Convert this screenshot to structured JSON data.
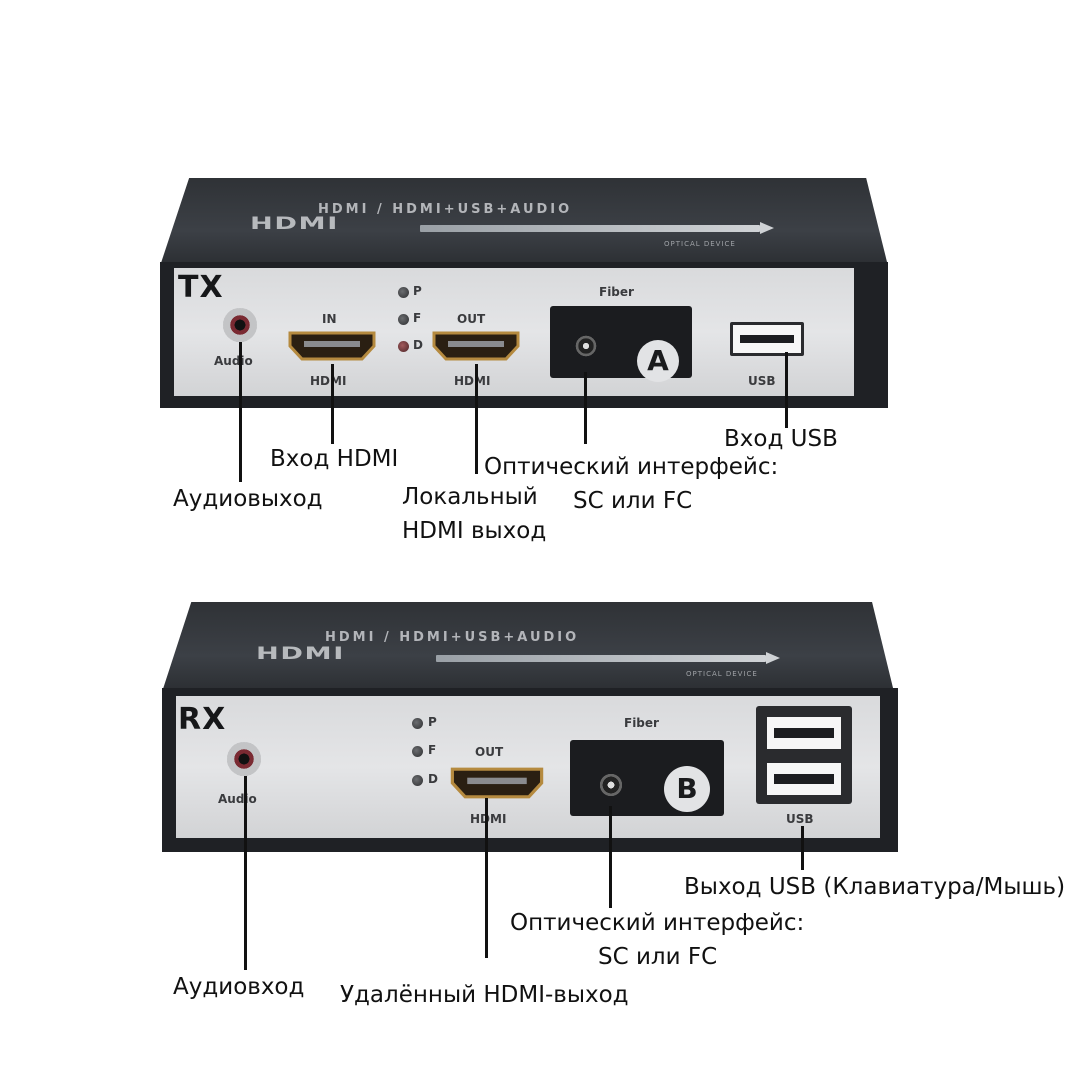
{
  "tx_device": {
    "lid_text": "HDMI / HDMI+USB+AUDIO",
    "lid_logo": "HDMI",
    "lid_small": "OPTICAL DEVICE",
    "name": "TX",
    "audio_label": "Audio",
    "leds": [
      "P",
      "F",
      "D"
    ],
    "hdmi_in_top": "IN",
    "hdmi_in_bottom": "HDMI",
    "hdmi_out_top": "OUT",
    "hdmi_out_bottom": "HDMI",
    "fiber_label": "Fiber",
    "fiber_badge": "A",
    "usb_label": "USB"
  },
  "rx_device": {
    "lid_text": "HDMI / HDMI+USB+AUDIO",
    "lid_logo": "HDMI",
    "lid_small": "OPTICAL DEVICE",
    "name": "RX",
    "audio_label": "Audio",
    "leds": [
      "P",
      "F",
      "D"
    ],
    "hdmi_out_top": "OUT",
    "hdmi_out_bottom": "HDMI",
    "fiber_label": "Fiber",
    "fiber_badge": "B",
    "usb_label": "USB"
  },
  "tx_callouts": {
    "audio_out": "Аудиовыход",
    "hdmi_in": "Вход HDMI",
    "local_hdmi_line1": "Локальный",
    "local_hdmi_line2": "HDMI выход",
    "optical_line1": "Оптический интерфейс:",
    "optical_line2": "SC или FC",
    "usb_in": "Вход USB"
  },
  "rx_callouts": {
    "audio_in": "Аудиовход",
    "remote_hdmi": "Удалённый HDMI-выход",
    "optical_line1": "Оптический интерфейс:",
    "optical_line2": "SC или FC",
    "usb_out": "Выход USB (Клавиатура/Мышь)"
  }
}
